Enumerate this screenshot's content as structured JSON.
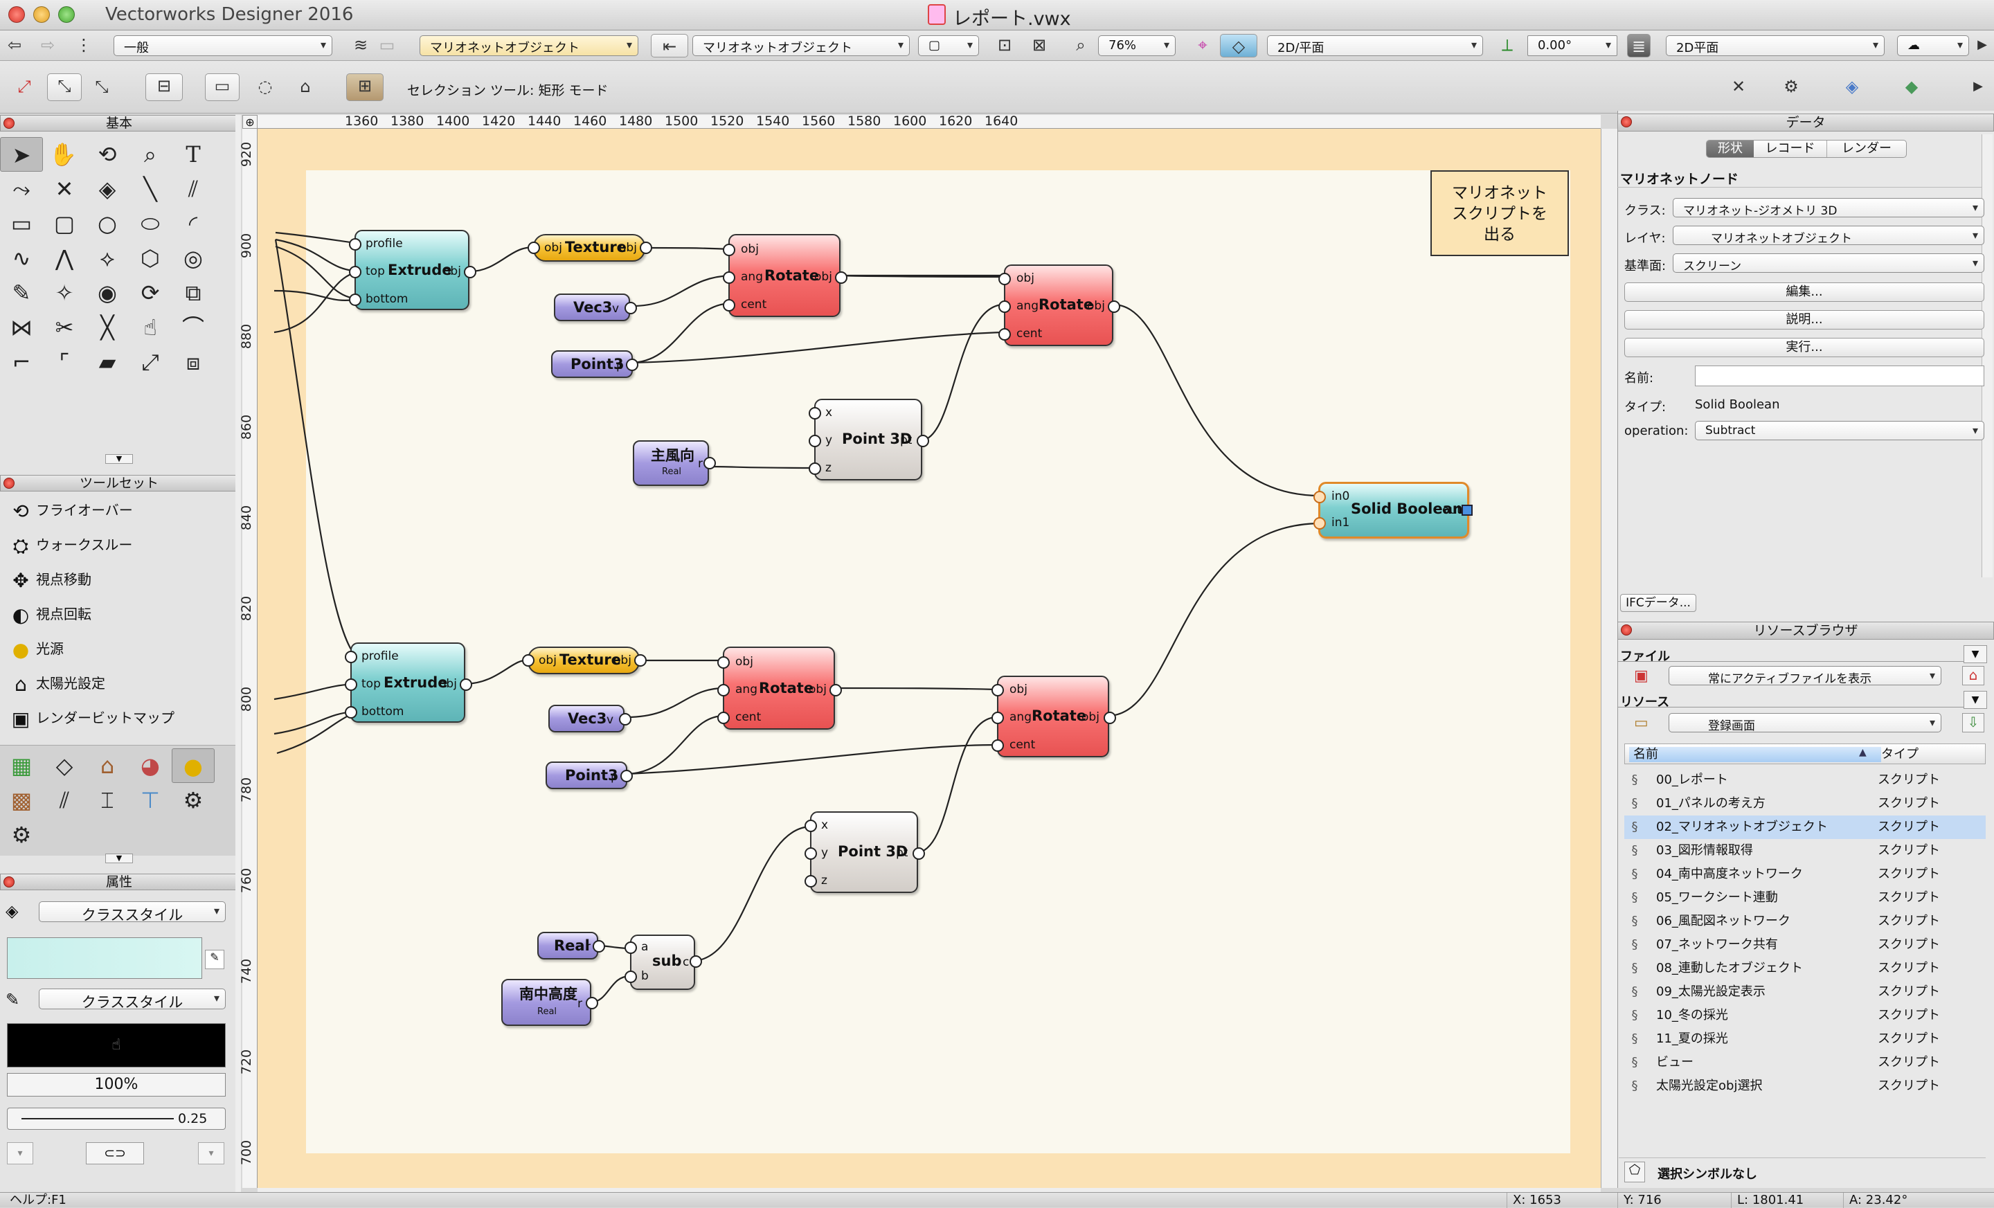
{
  "window": {
    "app_title": "Vectorworks Designer 2016",
    "doc_title": "レポート.vwx"
  },
  "toolbar1": {
    "class_dropdown": "一般",
    "layer_dropdown": "マリオネットオブジェクト",
    "layer2_dropdown": "マリオネットオブジェクト",
    "zoom": "76%",
    "view_dropdown": "2D/平面",
    "angle": "0.00°",
    "render_dropdown": "2D平面"
  },
  "toolbar2": {
    "mode_text": "セレクション ツール: 矩形 モード"
  },
  "palettes": {
    "basic": {
      "title": "基本"
    },
    "toolset": {
      "title": "ツールセット",
      "items": [
        "フライオーバー",
        "ウォークスルー",
        "視点移動",
        "視点回転",
        "光源",
        "太陽光設定",
        "レンダービットマップ"
      ]
    },
    "attributes": {
      "title": "属性",
      "fill_style": "クラススタイル",
      "pen_style": "クラススタイル",
      "opacity": "100%",
      "line_weight": "0.25"
    }
  },
  "rulers": {
    "h": [
      "1360",
      "1380",
      "1400",
      "1420",
      "1440",
      "1460",
      "1480",
      "1500",
      "1520",
      "1540",
      "1560",
      "1580",
      "1600",
      "1620",
      "1640"
    ],
    "v": [
      "900",
      "880",
      "860",
      "840",
      "820",
      "800",
      "780",
      "760",
      "740",
      "720",
      "700"
    ],
    "v_top": "920"
  },
  "note": {
    "line1": "マリオネット",
    "line2": "スクリプトを",
    "line3": "出る"
  },
  "nodes": {
    "extrude": {
      "name": "Extrude",
      "p_profile": "profile",
      "p_top": "top",
      "p_bottom": "bottom",
      "p_obj": "obj"
    },
    "texture": {
      "name": "Texture",
      "p_in": "obj",
      "p_out": "obj"
    },
    "rotate": {
      "name": "Rotate",
      "p_obj": "obj",
      "p_ang": "ang",
      "p_cent": "cent",
      "p_out": "obj"
    },
    "vec3": {
      "name": "Vec3",
      "p": "v"
    },
    "point3": {
      "name": "Point3",
      "p": "p"
    },
    "point3d": {
      "name": "Point 3D",
      "p_x": "x",
      "p_y": "y",
      "p_z": "z",
      "p_out": "pt"
    },
    "wind": {
      "name": "主風向",
      "sub": "Real",
      "p": "r"
    },
    "solid_boolean": {
      "name": "Solid Boolean",
      "p_in0": "in0",
      "p_in1": "in1",
      "p_out": "out"
    },
    "real": {
      "name": "Real",
      "p": "r"
    },
    "sub": {
      "name": "sub",
      "p_a": "a",
      "p_b": "b",
      "p_c": "c"
    },
    "alt": {
      "name": "南中高度",
      "sub": "Real",
      "p": "r"
    }
  },
  "data_palette": {
    "title": "データ",
    "tabs": [
      "形状",
      "レコード",
      "レンダー"
    ],
    "heading": "マリオネットノード",
    "class_label": "クラス:",
    "class_value": "マリオネット-ジオメトリ 3D",
    "layer_label": "レイヤ:",
    "layer_value": "マリオネットオブジェクト",
    "plane_label": "基準面:",
    "plane_value": "スクリーン",
    "btn_edit": "編集...",
    "btn_desc": "説明...",
    "btn_run": "実行...",
    "name_label": "名前:",
    "name_value": "",
    "type_label": "タイプ:",
    "type_value": "Solid Boolean",
    "op_label": "operation:",
    "op_value": "Subtract",
    "ifc_button": "IFCデータ..."
  },
  "resource_browser": {
    "title": "リソースブラウザ",
    "file_label": "ファイル",
    "file_dropdown": "常にアクティブファイルを表示",
    "resource_label": "リソース",
    "resource_dropdown": "登録画面",
    "col_name": "名前",
    "col_type": "タイプ",
    "rows": [
      {
        "name": "00_レポート",
        "type": "スクリプト"
      },
      {
        "name": "01_パネルの考え方",
        "type": "スクリプト"
      },
      {
        "name": "02_マリオネットオブジェクト",
        "type": "スクリプト"
      },
      {
        "name": "03_図形情報取得",
        "type": "スクリプト"
      },
      {
        "name": "04_南中高度ネットワーク",
        "type": "スクリプト"
      },
      {
        "name": "05_ワークシート連動",
        "type": "スクリプト"
      },
      {
        "name": "06_風配図ネットワーク",
        "type": "スクリプト"
      },
      {
        "name": "07_ネットワーク共有",
        "type": "スクリプト"
      },
      {
        "name": "08_連動したオブジェクト",
        "type": "スクリプト"
      },
      {
        "name": "09_太陽光設定表示",
        "type": "スクリプト"
      },
      {
        "name": "10_冬の採光",
        "type": "スクリプト"
      },
      {
        "name": "11_夏の採光",
        "type": "スクリプト"
      },
      {
        "name": "ビュー",
        "type": "スクリプト"
      },
      {
        "name": "太陽光設定obj選択",
        "type": "スクリプト"
      }
    ],
    "footer": "選択シンボルなし"
  },
  "status": {
    "help": "ヘルプ:F1",
    "x": "X: 1653",
    "y": "Y: 716",
    "l": "L: 1801.41",
    "a": "A: 23.42°"
  }
}
